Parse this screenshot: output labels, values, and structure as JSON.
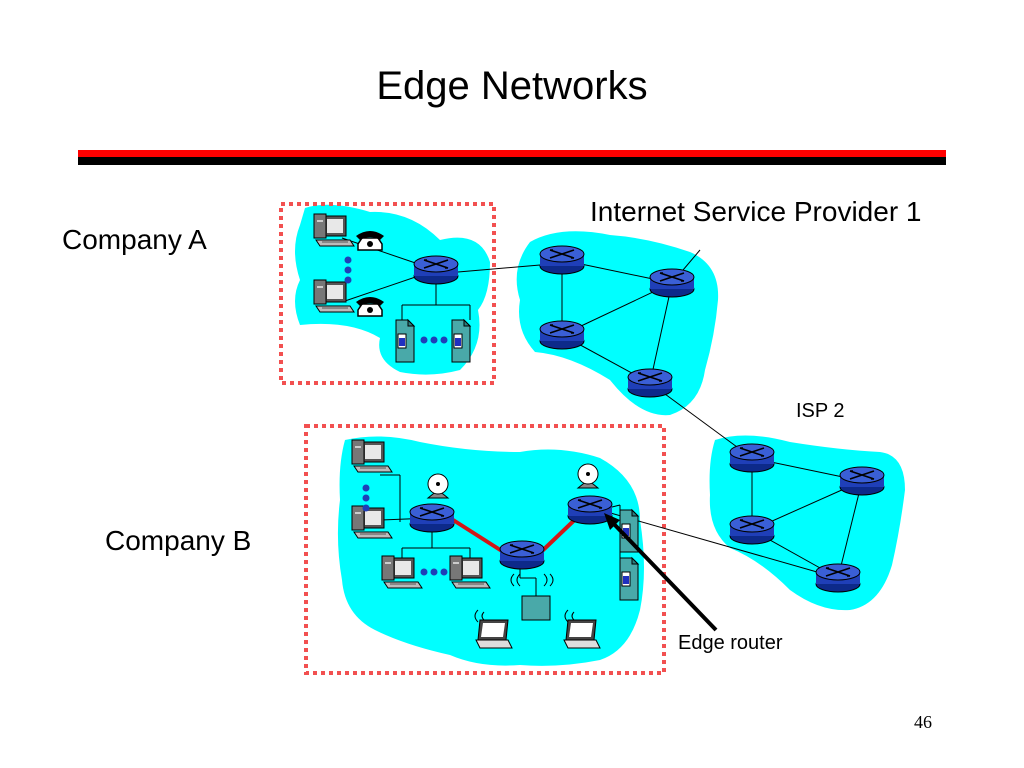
{
  "slide": {
    "title": "Edge Networks",
    "page_number": "46"
  },
  "labels": {
    "company_a": "Company A",
    "company_b": "Company B",
    "isp1": "Internet Service Provider 1",
    "isp2": "ISP 2",
    "edge_router": "Edge router"
  },
  "colors": {
    "cloud": "#00ffff",
    "router": "#1f3fb8",
    "bar_red": "#ff0000",
    "bar_black": "#000000",
    "dotted_box": "#f25050",
    "red_link": "#d01818"
  }
}
